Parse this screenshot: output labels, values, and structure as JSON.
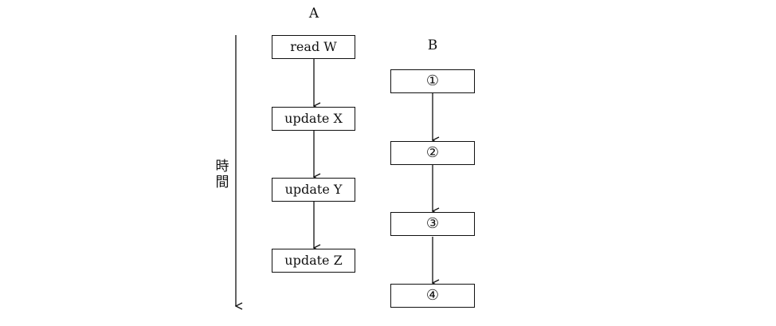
{
  "time_axis": {
    "label": "時間"
  },
  "lanes": [
    {
      "label": "A",
      "steps": [
        "read W",
        "update X",
        "update Y",
        "update Z"
      ]
    },
    {
      "label": "B",
      "steps": [
        "①",
        "②",
        "③",
        "④"
      ]
    }
  ]
}
